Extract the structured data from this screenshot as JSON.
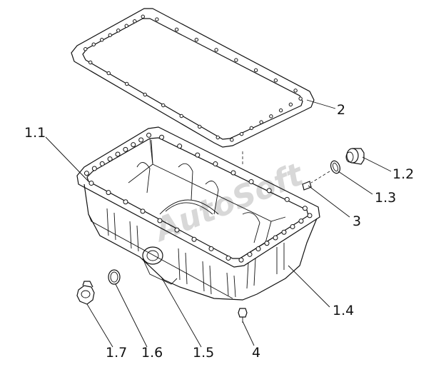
{
  "watermark": "AutoSoft",
  "callouts": {
    "c2": "2",
    "c1_1": "1.1",
    "c1_2": "1.2",
    "c1_3": "1.3",
    "c3": "3",
    "c1_4": "1.4",
    "c4": "4",
    "c1_5": "1.5",
    "c1_6": "1.6",
    "c1_7": "1.7"
  }
}
